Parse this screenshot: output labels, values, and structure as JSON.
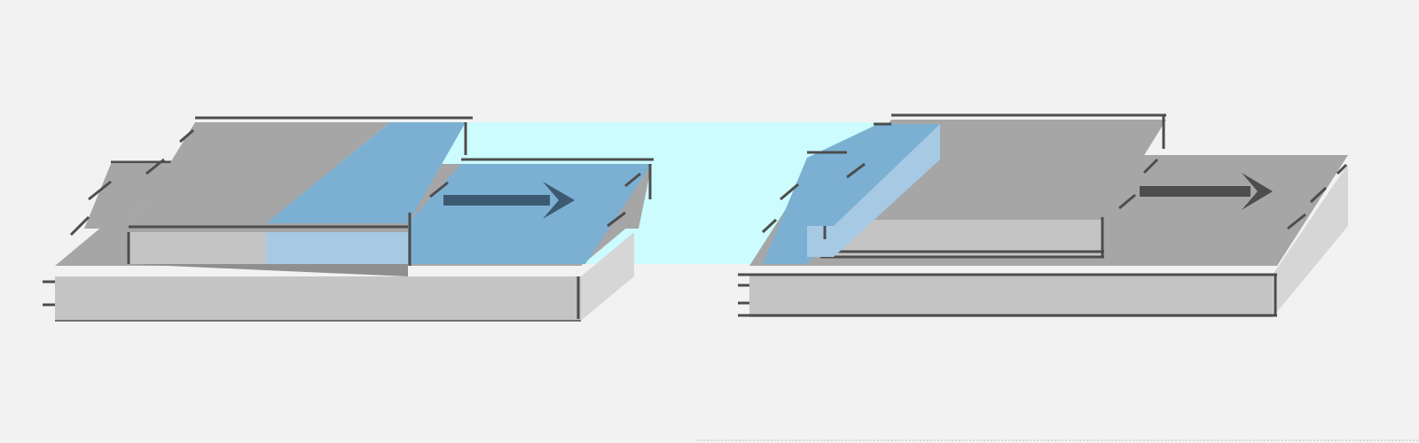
{
  "colors": {
    "background": "#f2f2f2",
    "slab_top": "#a6a6a6",
    "slab_face": "#c4c4c4",
    "slab_side": "#d6d6d6",
    "edge": "#4d4d4d",
    "light_beam": "#ccfcfd",
    "overlap_blue": "#7bb0d3",
    "overlap_blue_light": "#a6c9e4",
    "arrow": "#3d5a73"
  },
  "panels": [
    {
      "name": "left-assembly",
      "arrow_direction": "right"
    },
    {
      "name": "right-assembly",
      "arrow_direction": "right"
    }
  ]
}
